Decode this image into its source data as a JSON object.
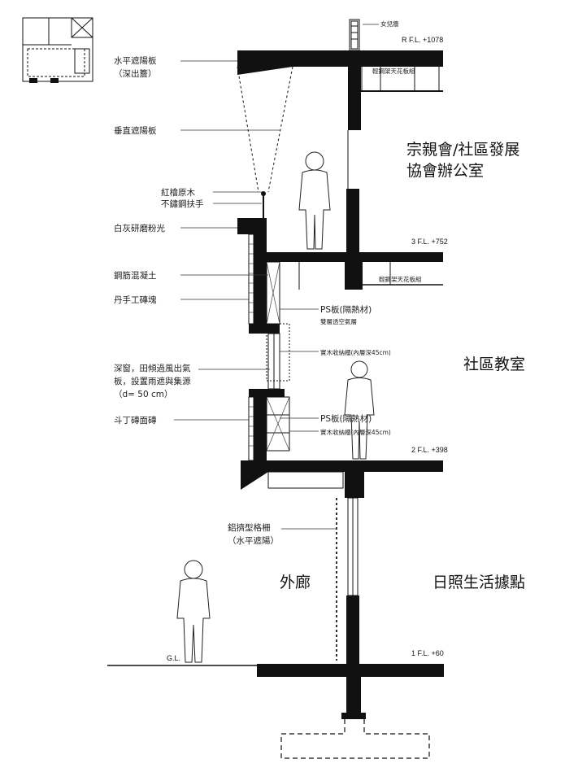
{
  "labels": {
    "sunshade_h_line1": "水平遮陽板",
    "sunshade_h_line2": "（深出簷）",
    "sunshade_v": "垂直遮陽板",
    "wood_rail": "紅檜原木",
    "steel_rail": "不鏽鋼扶手",
    "gravel": "白灰研磨粉光",
    "rc": "鋼筋混凝土",
    "brick": "丹手工磚塊",
    "vent_line1": "深窗，田傾過風出氣",
    "vent_line2": "板，設置雨遮與集源",
    "vent_line3": "（d= 50 cm）",
    "brick2": "斗丁磚面磚",
    "ps_upper": "PS板(隔熱材)",
    "ps_upper_sub": "雙層透空氣層",
    "storage_upper": "實木收納櫃(內層深45cm)",
    "ps_lower": "PS板(隔熱材)",
    "storage_lower": "實木收納櫃(內層深45cm)",
    "louver_line1": "鋁擠型格柵",
    "louver_line2": "（水平遮陽）",
    "ceiling_rf": "輕鋼架天花板組",
    "ceiling_3f": "輕鋼架天花板組",
    "roof_top": "女兒牆",
    "gl": "G.L."
  },
  "levels": {
    "rf": "R F.L.  +1078",
    "f3": "3 F.L.  +752",
    "f2": "2 F.L.  +398",
    "f1": "1 F.L.  +60"
  },
  "rooms": {
    "office_line1": "宗親會/社區發展",
    "office_line2": "協會辦公室",
    "classroom": "社區教室",
    "corridor": "外廊",
    "day_center": "日照生活據點"
  }
}
